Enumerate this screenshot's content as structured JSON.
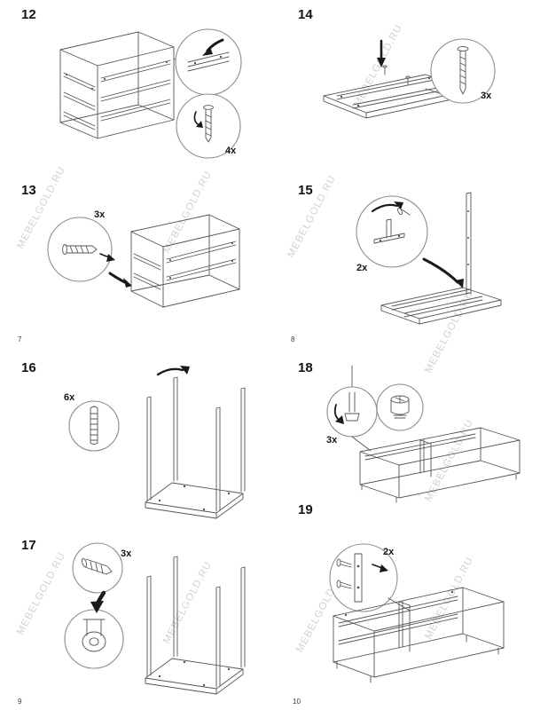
{
  "watermark": {
    "text": "MEBELGOLD.RU"
  },
  "page_numbers": {
    "p7": "7",
    "p8": "8",
    "p9": "9",
    "p10": "10"
  },
  "steps": [
    {
      "number": "12",
      "qty": "4x"
    },
    {
      "number": "13",
      "qty": "3x"
    },
    {
      "number": "14",
      "qty": "3x"
    },
    {
      "number": "15",
      "qty": "2x"
    },
    {
      "number": "16",
      "qty": "6x"
    },
    {
      "number": "17",
      "qty": "3x"
    },
    {
      "number": "18",
      "qty": "3x"
    },
    {
      "number": "19",
      "qty": "2x"
    }
  ]
}
